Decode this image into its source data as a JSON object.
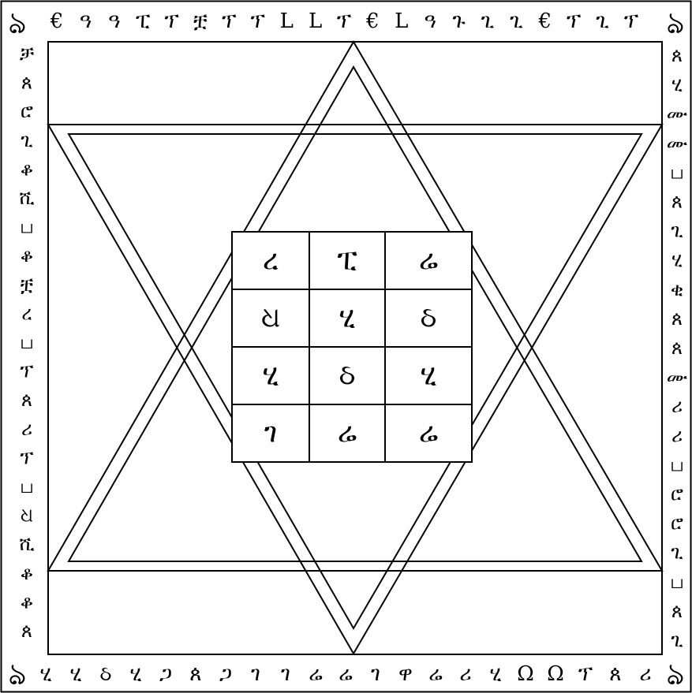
{
  "colors": {
    "ink": "#000000",
    "paper": "#ffffff"
  },
  "corner_glyphs": {
    "top_left": "ঌ",
    "top_right": "ঌ",
    "bottom_left": "ঌ",
    "bottom_right": "ঌ"
  },
  "border": {
    "top": [
      "€",
      "ዓ",
      "ዓ",
      "ፒ",
      "ፕ",
      "ቿ",
      "ፕ",
      "ፕ",
      "L",
      "L",
      "ፕ",
      "€",
      "L",
      "ዓ",
      "ጉ",
      "ጊ",
      "ጊ",
      "€",
      "ፕ",
      "ጊ",
      "ፕ"
    ],
    "bottom": [
      "ሂ",
      "ሂ",
      "ઠ",
      "ሂ",
      "ጋ",
      "ጰ",
      "ጋ",
      "ገ",
      "ገ",
      "ሬ",
      "ሬ",
      "ገ",
      "ዋ",
      "ሬ",
      "ሪ",
      "ሂ",
      "Ω",
      "Ω",
      "ፕ",
      "ጰ",
      "ሪ"
    ],
    "left": [
      "ቻ",
      "ጰ",
      "ሮ",
      "ጊ",
      "ቆ",
      "ሺ",
      "ப",
      "ቆ",
      "ቿ",
      "ረ",
      "ப",
      "ፕ",
      "ጰ",
      "ሪ",
      "ፕ",
      "ப",
      "ଧ",
      "ሺ",
      "ቆ",
      "ቆ",
      "ጰ"
    ],
    "right": [
      "ጰ",
      "ሂ",
      "ሙ",
      "ሙ",
      "ப",
      "ጰ",
      "ጊ",
      "ሂ",
      "ቂ",
      "ጰ",
      "ጰ",
      "ሙ",
      "ሪ",
      "ሪ",
      "ப",
      "ሮ",
      "ሮ",
      "ጊ",
      "ப",
      "ጰ",
      "ጊ"
    ]
  },
  "grid": {
    "rows": [
      [
        "ረ",
        "ፒ",
        "ሬ"
      ],
      [
        "ଧ",
        "ሂ",
        "ઠ"
      ],
      [
        "ሂ",
        "ઠ",
        "ሂ"
      ],
      [
        "ገ",
        "ሬ",
        "ሬ"
      ]
    ]
  }
}
